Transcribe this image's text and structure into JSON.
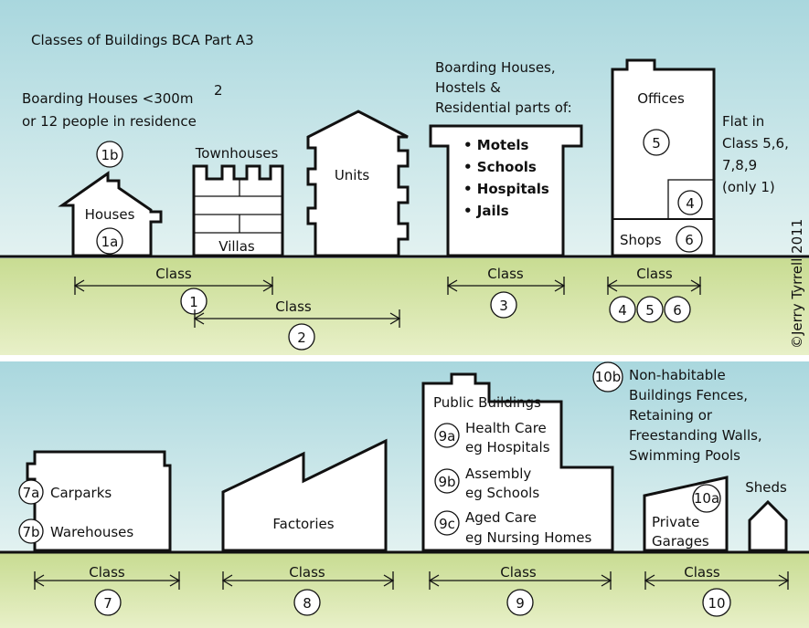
{
  "title": "Classes of Buildings  BCA Part A3",
  "copyright": "©Jerry Tyrrell 2011",
  "colors": {
    "sky": "#cfe9ec",
    "grass": "#d8e6b0",
    "line": "#111111",
    "building": "#ffffff"
  },
  "top": {
    "boarding_small_line1": "Boarding Houses <300m",
    "boarding_small_sup": "2",
    "boarding_small_line2": "or 12 people in residence",
    "badge_1b": "1b",
    "houses": "Houses",
    "badge_1a": "1a",
    "townhouses": "Townhouses",
    "villas": "Villas",
    "units": "Units",
    "boarding_large": [
      "Boarding Houses,",
      "Hostels &",
      "Residential parts of:"
    ],
    "residential_types": [
      "• Motels",
      "• Schools",
      "• Hospitals",
      "• Jails"
    ],
    "offices": "Offices",
    "badge_5": "5",
    "badge_4": "4",
    "shops": "Shops",
    "badge_6": "6",
    "flat_note": [
      "Flat in",
      "Class 5,6,",
      "7,8,9",
      "(only 1)"
    ],
    "class_word": "Class",
    "class_1": "1",
    "class_2": "2",
    "class_3": "3",
    "class_456": [
      "4",
      "5",
      "6"
    ]
  },
  "bottom": {
    "badge_7a": "7a",
    "carparks": "Carparks",
    "badge_7b": "7b",
    "warehouses": "Warehouses",
    "factories": "Factories",
    "public_buildings": "Public Buildings",
    "badge_9a": "9a",
    "health_care": [
      "Health Care",
      "eg Hospitals"
    ],
    "badge_9b": "9b",
    "assembly": [
      "Assembly",
      "eg Schools"
    ],
    "badge_9c": "9c",
    "aged_care": [
      "Aged Care",
      "eg Nursing Homes"
    ],
    "badge_10b": "10b",
    "non_habitable": [
      "Non-habitable",
      "Buildings Fences,",
      "Retaining or",
      "Freestanding Walls,",
      "Swimming Pools"
    ],
    "badge_10a": "10a",
    "private_garages": [
      "Private",
      "Garages"
    ],
    "sheds": "Sheds",
    "class_word": "Class",
    "class_7": "7",
    "class_8": "8",
    "class_9": "9",
    "class_10": "10"
  }
}
